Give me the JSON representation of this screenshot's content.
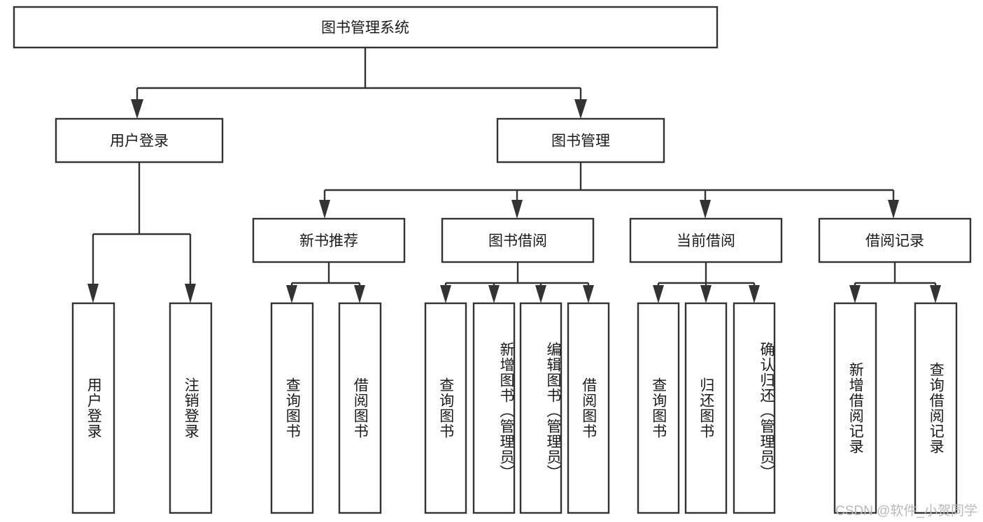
{
  "diagram": {
    "title": "图书管理系统",
    "type": "tree",
    "orientation": "top-down",
    "colors": {
      "box_stroke": "#333333",
      "box_fill": "#ffffff",
      "text": "#1a1a1a",
      "watermark": "#b9b9b9",
      "background": "#ffffff"
    },
    "root": {
      "id": "root",
      "label": "图书管理系统",
      "level": 0
    },
    "level2": [
      {
        "id": "user-login",
        "label": "用户登录",
        "level": 1
      },
      {
        "id": "book-manage",
        "label": "图书管理",
        "level": 1
      }
    ],
    "level3": [
      {
        "id": "new-book-recommend",
        "label": "新书推荐",
        "level": 2,
        "parent": "book-manage"
      },
      {
        "id": "book-borrow",
        "label": "图书借阅",
        "level": 2,
        "parent": "book-manage"
      },
      {
        "id": "current-borrow",
        "label": "当前借阅",
        "level": 2,
        "parent": "book-manage"
      },
      {
        "id": "borrow-record",
        "label": "借阅记录",
        "level": 2,
        "parent": "book-manage"
      }
    ],
    "leaves": [
      {
        "id": "leaf-user-login",
        "label": "用户登录",
        "parent": "user-login",
        "group": "user-login"
      },
      {
        "id": "leaf-logout-login",
        "label": "注销登录",
        "parent": "user-login",
        "group": "user-login"
      },
      {
        "id": "leaf-query-book-1",
        "label": "查询图书",
        "parent": "new-book-recommend",
        "group": "new-book-recommend"
      },
      {
        "id": "leaf-borrow-book-1",
        "label": "借阅图书",
        "parent": "new-book-recommend",
        "group": "new-book-recommend"
      },
      {
        "id": "leaf-query-book-2",
        "label": "查询图书",
        "parent": "book-borrow",
        "group": "book-borrow"
      },
      {
        "id": "leaf-add-book",
        "label": "新增图书（管理员）",
        "parent": "book-borrow",
        "group": "book-borrow"
      },
      {
        "id": "leaf-edit-book",
        "label": "编辑图书（管理员）",
        "parent": "book-borrow",
        "group": "book-borrow"
      },
      {
        "id": "leaf-borrow-book-2",
        "label": "借阅图书",
        "parent": "book-borrow",
        "group": "book-borrow"
      },
      {
        "id": "leaf-query-book-3",
        "label": "查询图书",
        "parent": "current-borrow",
        "group": "current-borrow"
      },
      {
        "id": "leaf-return-book",
        "label": "归还图书",
        "parent": "current-borrow",
        "group": "current-borrow"
      },
      {
        "id": "leaf-confirm-return",
        "label": "确认归还（管理员）",
        "parent": "current-borrow",
        "group": "current-borrow"
      },
      {
        "id": "leaf-add-record",
        "label": "新增借阅记录",
        "parent": "borrow-record",
        "group": "borrow-record"
      },
      {
        "id": "leaf-query-record",
        "label": "查询借阅记录",
        "parent": "borrow-record",
        "group": "borrow-record"
      }
    ]
  },
  "watermark": {
    "text": "CSDN @软件_小贺同学"
  }
}
